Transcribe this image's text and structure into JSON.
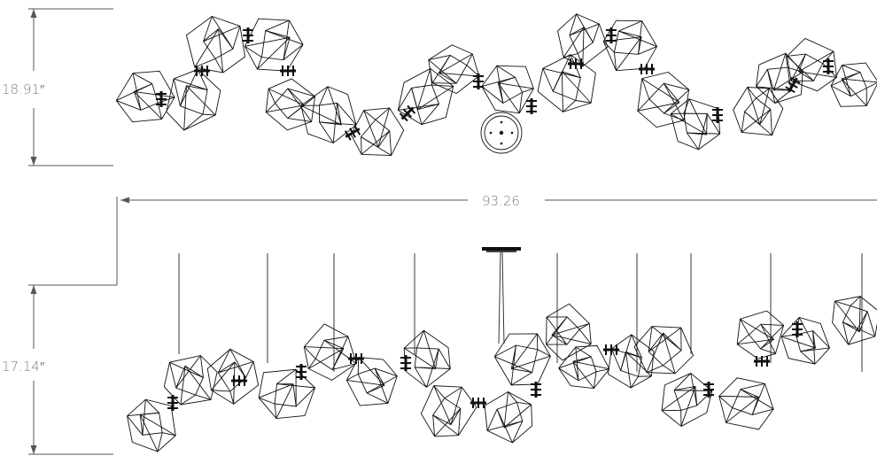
{
  "dimensions": {
    "top_height": "18.91″",
    "width": "93.26",
    "bottom_height": "17.14″"
  },
  "colors": {
    "line": "#111111",
    "dimension_text": "#7d7d7d",
    "background": "#ffffff"
  }
}
